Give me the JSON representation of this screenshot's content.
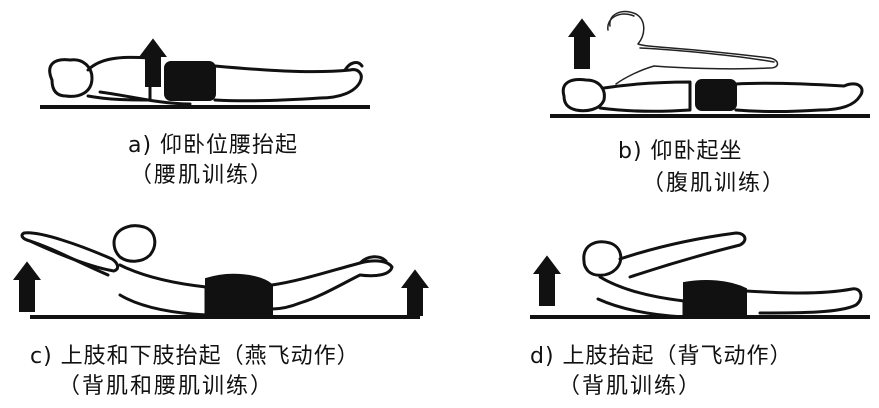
{
  "panels": [
    {
      "id": "a",
      "caption": "a) 仰卧位腰抬起",
      "subcaption": "（腰肌训练）"
    },
    {
      "id": "b",
      "caption": "b) 仰卧起坐",
      "subcaption": "（腹肌训练）"
    },
    {
      "id": "c",
      "caption": "c) 上肢和下肢抬起（燕飞动作）",
      "subcaption": "（背肌和腰肌训练）"
    },
    {
      "id": "d",
      "caption": "d) 上肢抬起（背飞动作）",
      "subcaption": "（背肌训练）"
    }
  ],
  "icons": [
    "up-arrow-icon"
  ]
}
